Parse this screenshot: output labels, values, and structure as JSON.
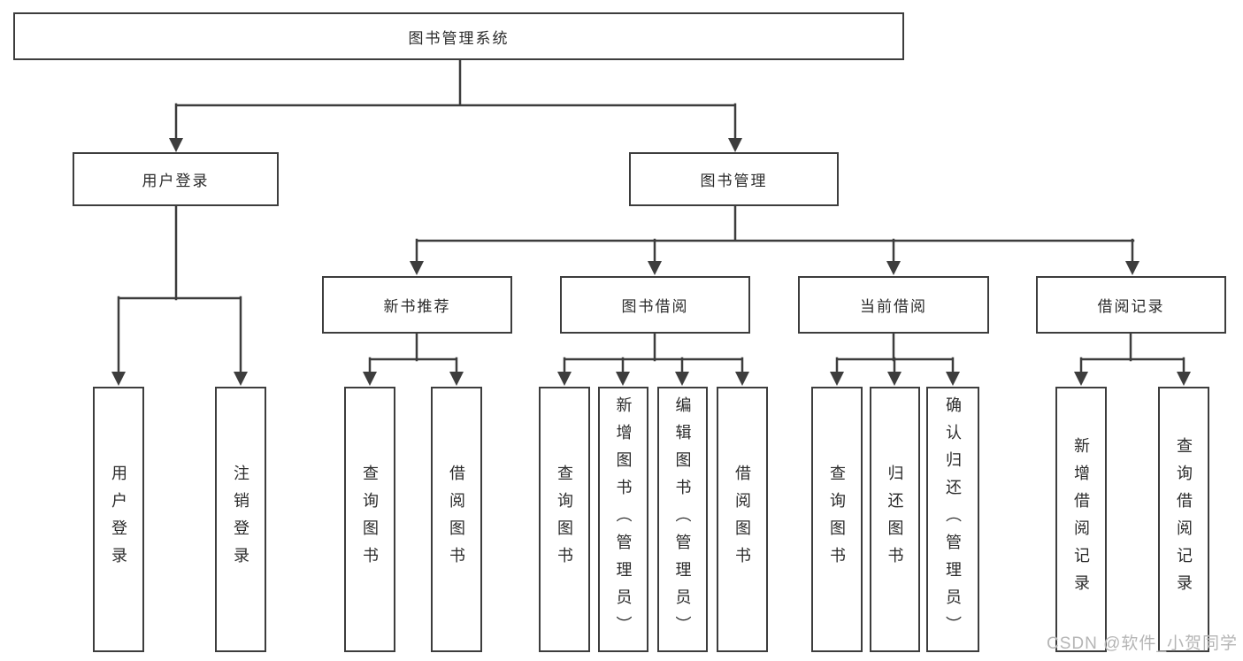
{
  "colors": {
    "line": "#3d3d3d",
    "box_border": "#3d3d3d",
    "text": "#2b2b2b",
    "watermark": "#b5b5b5",
    "background": "#ffffff"
  },
  "tree": {
    "root": {
      "label": "图书管理系统"
    },
    "branches": [
      {
        "label": "用户登录",
        "children": [
          {
            "label": "用户登录"
          },
          {
            "label": "注销登录"
          }
        ]
      },
      {
        "label": "图书管理",
        "groups": [
          {
            "label": "新书推荐",
            "children": [
              {
                "label": "查询图书"
              },
              {
                "label": "借阅图书"
              }
            ]
          },
          {
            "label": "图书借阅",
            "children": [
              {
                "label": "查询图书"
              },
              {
                "label": "新增图书（管理员）"
              },
              {
                "label": "编辑图书（管理员）"
              },
              {
                "label": "借阅图书"
              }
            ]
          },
          {
            "label": "当前借阅",
            "children": [
              {
                "label": "查询图书"
              },
              {
                "label": "归还图书"
              },
              {
                "label": "确认归还（管理员）"
              }
            ]
          },
          {
            "label": "借阅记录",
            "children": [
              {
                "label": "新增借阅记录"
              },
              {
                "label": "查询借阅记录"
              }
            ]
          }
        ]
      }
    ]
  },
  "watermark": {
    "text": "CSDN @软件_小贺同学"
  }
}
